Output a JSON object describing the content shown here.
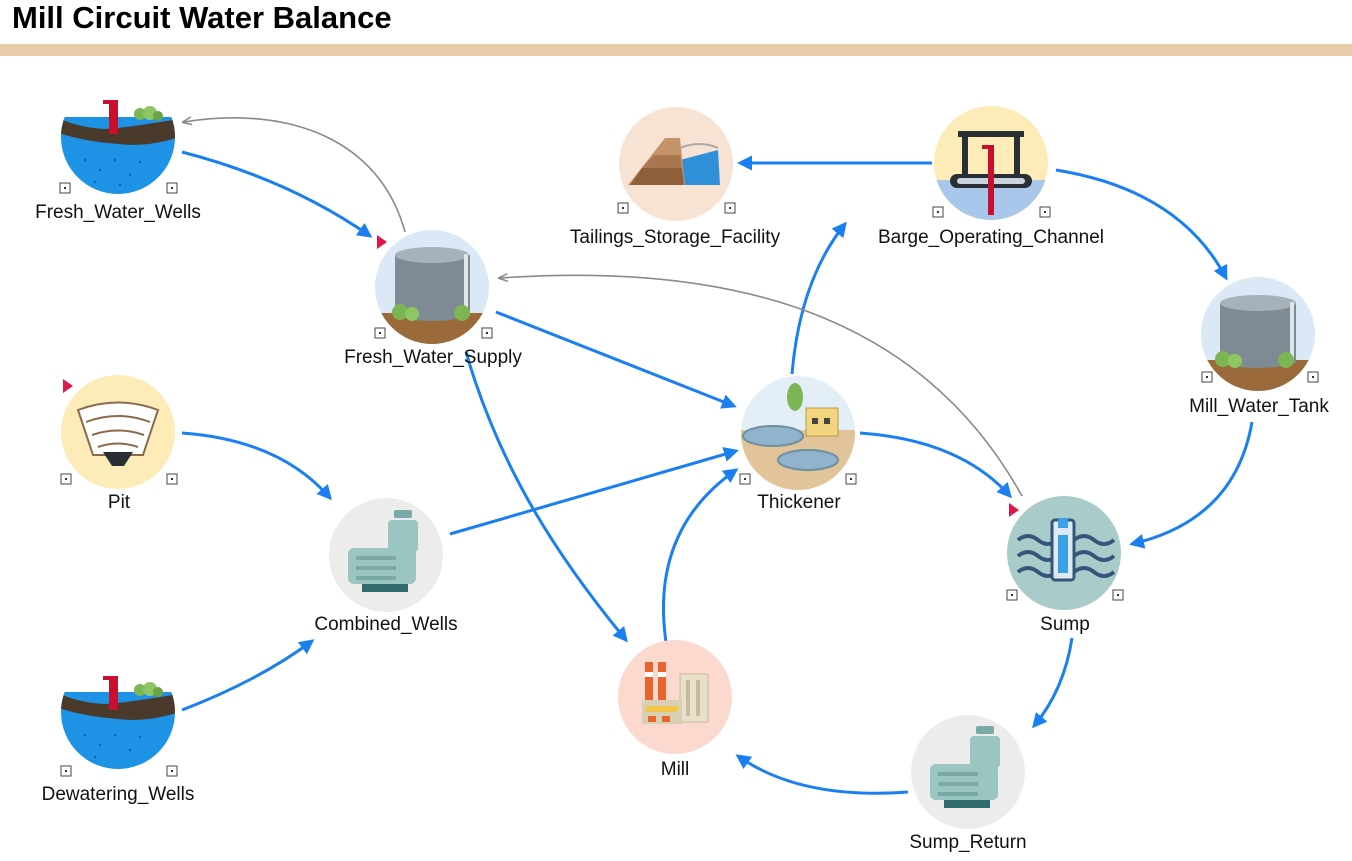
{
  "title": "Mill Circuit Water Balance",
  "colors": {
    "flow_arrow": "#1a7ff0",
    "reference_arrow": "#8a8a8a",
    "title_rule": "#e6cda8",
    "marker": "#e0174b"
  },
  "nodes": [
    {
      "id": "fresh_water_wells",
      "label": "Fresh_Water_Wells",
      "icon": "well-icon"
    },
    {
      "id": "fresh_water_supply",
      "label": "Fresh_Water_Supply",
      "icon": "storage-tank-icon"
    },
    {
      "id": "tailings_storage_facility",
      "label": "Tailings_Storage_Facility",
      "icon": "tailings-dam-icon"
    },
    {
      "id": "barge_operating_channel",
      "label": "Barge_Operating_Channel",
      "icon": "barge-pump-icon"
    },
    {
      "id": "mill_water_tank",
      "label": "Mill_Water_Tank",
      "icon": "storage-tank-icon"
    },
    {
      "id": "pit",
      "label": "Pit",
      "icon": "open-pit-icon"
    },
    {
      "id": "thickener",
      "label": "Thickener",
      "icon": "thickener-icon"
    },
    {
      "id": "combined_wells",
      "label": "Combined_Wells",
      "icon": "pump-icon"
    },
    {
      "id": "sump",
      "label": "Sump",
      "icon": "sump-icon"
    },
    {
      "id": "dewatering_wells",
      "label": "Dewatering_Wells",
      "icon": "well-icon"
    },
    {
      "id": "mill",
      "label": "Mill",
      "icon": "factory-icon"
    },
    {
      "id": "sump_return",
      "label": "Sump_Return",
      "icon": "pump-icon"
    }
  ],
  "flows": [
    {
      "from": "fresh_water_wells",
      "to": "fresh_water_supply",
      "kind": "flow"
    },
    {
      "from": "fresh_water_supply",
      "to": "fresh_water_wells",
      "kind": "reference"
    },
    {
      "from": "fresh_water_supply",
      "to": "thickener",
      "kind": "flow"
    },
    {
      "from": "fresh_water_supply",
      "to": "mill",
      "kind": "flow"
    },
    {
      "from": "barge_operating_channel",
      "to": "tailings_storage_facility",
      "kind": "flow"
    },
    {
      "from": "barge_operating_channel",
      "to": "mill_water_tank",
      "kind": "flow"
    },
    {
      "from": "thickener",
      "to": "barge_operating_channel",
      "kind": "flow"
    },
    {
      "from": "thickener",
      "to": "sump",
      "kind": "flow"
    },
    {
      "from": "sump",
      "to": "fresh_water_supply",
      "kind": "reference"
    },
    {
      "from": "mill_water_tank",
      "to": "sump",
      "kind": "flow"
    },
    {
      "from": "pit",
      "to": "combined_wells",
      "kind": "flow"
    },
    {
      "from": "combined_wells",
      "to": "thickener",
      "kind": "flow"
    },
    {
      "from": "dewatering_wells",
      "to": "combined_wells",
      "kind": "flow"
    },
    {
      "from": "mill",
      "to": "thickener",
      "kind": "flow"
    },
    {
      "from": "sump",
      "to": "sump_return",
      "kind": "flow"
    },
    {
      "from": "sump_return",
      "to": "mill",
      "kind": "flow"
    }
  ]
}
